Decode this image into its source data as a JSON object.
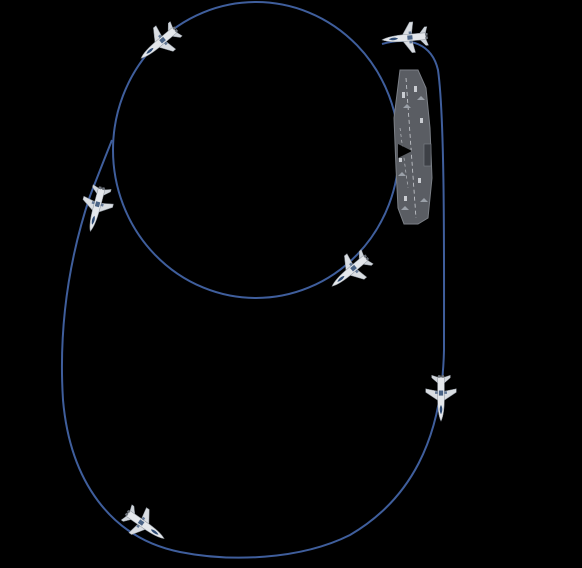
{
  "diagram": {
    "background_color": "#000000",
    "path_color": "#3f5e9c",
    "aircraft_body_color": "#d9dde2",
    "aircraft_accent_color": "#2f4b73",
    "carrier_deck_color": "#5a5d63",
    "carrier_marking_color": "#c9ccd1",
    "heading_marker_color": "#000000",
    "paths": [
      {
        "id": "upper-loop",
        "shape": "circle"
      },
      {
        "id": "lower-loop",
        "shape": "racetrack"
      }
    ],
    "aircraft": [
      {
        "id": "aircraft-upper-left",
        "icon": "fighter-jet-icon"
      },
      {
        "id": "aircraft-top-right",
        "icon": "fighter-jet-icon"
      },
      {
        "id": "aircraft-left",
        "icon": "fighter-jet-icon"
      },
      {
        "id": "aircraft-center-right",
        "icon": "fighter-jet-icon"
      },
      {
        "id": "aircraft-right",
        "icon": "fighter-jet-icon"
      },
      {
        "id": "aircraft-bottom-left",
        "icon": "fighter-jet-icon"
      }
    ],
    "carrier": {
      "icon": "aircraft-carrier-icon"
    }
  }
}
